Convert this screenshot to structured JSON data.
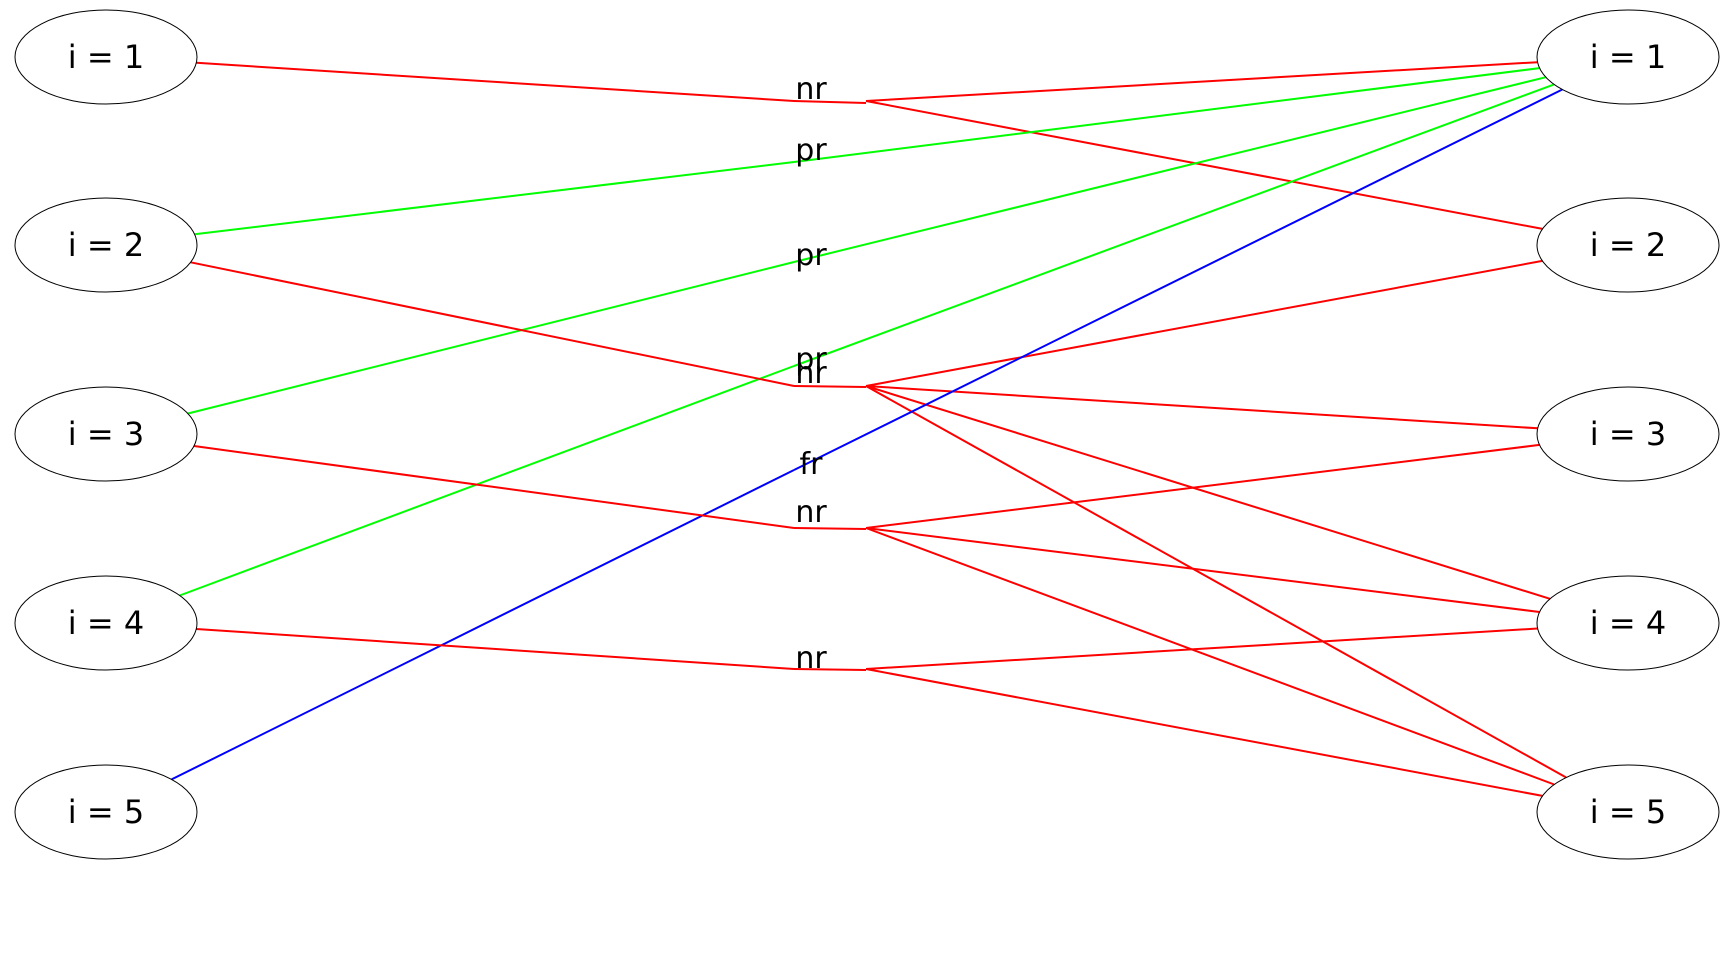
{
  "diagram": {
    "colors": {
      "nr": "#ff0000",
      "pr": "#00ff00",
      "fr": "#0000ff",
      "node_stroke": "#000000",
      "background": "#ffffff"
    },
    "left_nodes": [
      {
        "id": "L1",
        "label": "i = 1"
      },
      {
        "id": "L2",
        "label": "i = 2"
      },
      {
        "id": "L3",
        "label": "i = 3"
      },
      {
        "id": "L4",
        "label": "i = 4"
      },
      {
        "id": "L5",
        "label": "i = 5"
      }
    ],
    "right_nodes": [
      {
        "id": "R1",
        "label": "i = 1"
      },
      {
        "id": "R2",
        "label": "i = 2"
      },
      {
        "id": "R3",
        "label": "i = 3"
      },
      {
        "id": "R4",
        "label": "i = 4"
      },
      {
        "id": "R5",
        "label": "i = 5"
      }
    ],
    "relations": [
      {
        "id": "M1",
        "label": "nr",
        "type": "nr"
      },
      {
        "id": "M2",
        "label": "pr",
        "type": "pr"
      },
      {
        "id": "M3",
        "label": "pr",
        "type": "pr"
      },
      {
        "id": "M4",
        "label": "pr",
        "type": "pr"
      },
      {
        "id": "M5",
        "label": "nr",
        "type": "nr"
      },
      {
        "id": "M6",
        "label": "fr",
        "type": "fr"
      },
      {
        "id": "M7",
        "label": "nr",
        "type": "nr"
      },
      {
        "id": "M8",
        "label": "nr",
        "type": "nr"
      }
    ],
    "edges": [
      {
        "from": "L1",
        "to": "M1",
        "type": "nr"
      },
      {
        "from": "M1",
        "to": "R1",
        "type": "nr"
      },
      {
        "from": "M1",
        "to": "R2",
        "type": "nr"
      },
      {
        "from": "L2",
        "to": "M2",
        "type": "pr"
      },
      {
        "from": "M2",
        "to": "R1",
        "type": "pr"
      },
      {
        "from": "L3",
        "to": "M3",
        "type": "pr"
      },
      {
        "from": "M3",
        "to": "R1",
        "type": "pr"
      },
      {
        "from": "L4",
        "to": "M4",
        "type": "pr"
      },
      {
        "from": "M4",
        "to": "R1",
        "type": "pr"
      },
      {
        "from": "L2",
        "to": "M5",
        "type": "nr"
      },
      {
        "from": "M5",
        "to": "R2",
        "type": "nr"
      },
      {
        "from": "M5",
        "to": "R3",
        "type": "nr"
      },
      {
        "from": "M5",
        "to": "R4",
        "type": "nr"
      },
      {
        "from": "M5",
        "to": "R5",
        "type": "nr"
      },
      {
        "from": "L5",
        "to": "M6",
        "type": "fr"
      },
      {
        "from": "M6",
        "to": "R1",
        "type": "fr"
      },
      {
        "from": "L3",
        "to": "M7",
        "type": "nr"
      },
      {
        "from": "M7",
        "to": "R3",
        "type": "nr"
      },
      {
        "from": "M7",
        "to": "R4",
        "type": "nr"
      },
      {
        "from": "M7",
        "to": "R5",
        "type": "nr"
      },
      {
        "from": "L4",
        "to": "M8",
        "type": "nr"
      },
      {
        "from": "M8",
        "to": "R4",
        "type": "nr"
      },
      {
        "from": "M8",
        "to": "R5",
        "type": "nr"
      }
    ]
  }
}
